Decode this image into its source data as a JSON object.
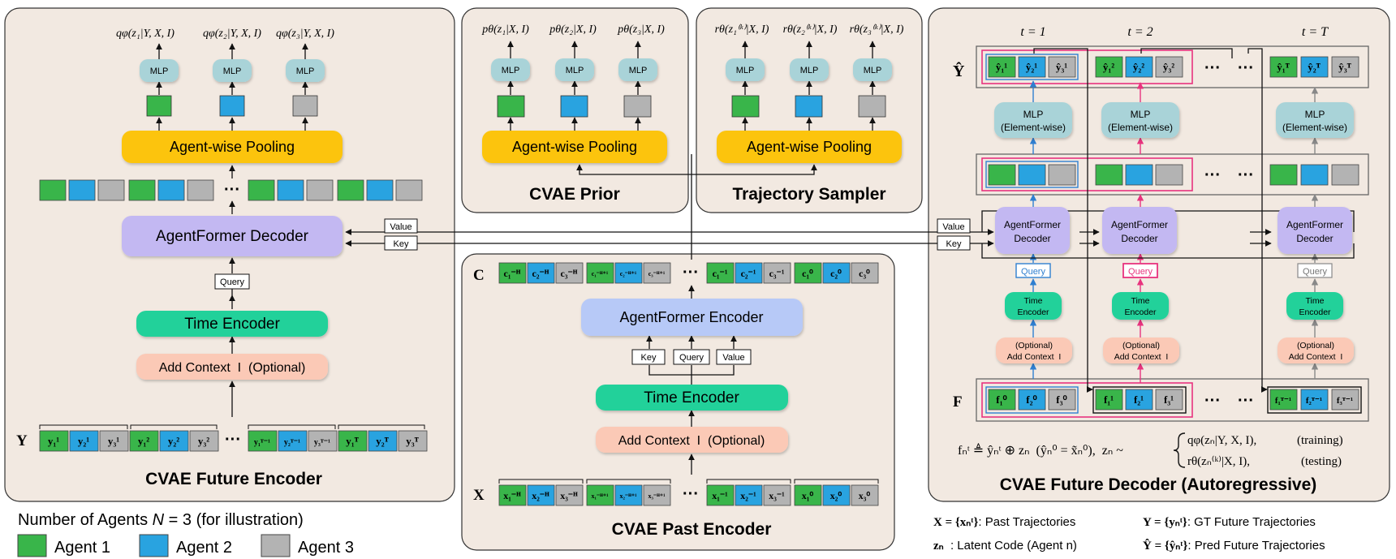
{
  "colors": {
    "agent1": "#39b54a",
    "agent2": "#29a3e0",
    "agent3": "#b3b3b3",
    "panel_bg": "#f2e9e1",
    "pooling": "#fcc40a",
    "mlp": "#a9d3d8",
    "decoder": "#c3b8f2",
    "encoder": "#b7c9f7",
    "time_encoder": "#20d19a",
    "context": "#fbc9b6",
    "highlight": "#e8337e"
  },
  "future_encoder": {
    "title": "CVAE Future Encoder",
    "q_labels": [
      "qφ(z₁|Y, X, I)",
      "qφ(z₂|Y, X, I)",
      "qφ(z₃|Y, X, I)"
    ],
    "mlp": "MLP",
    "pooling": "Agent-wise Pooling",
    "decoder": "AgentFormer Decoder",
    "query": "Query",
    "time_encoder": "Time Encoder",
    "add_context": "Add Context  I  (Optional)",
    "input_symbol": "Y",
    "ellipsis": "···",
    "tokens_first": [
      "y₁¹",
      "y₂¹",
      "y₃¹",
      "y₁²",
      "y₂²",
      "y₃²"
    ],
    "tokens_last": [
      "y₁ᵀ⁻¹",
      "y₂ᵀ⁻¹",
      "y₃ᵀ⁻¹",
      "y₁ᵀ",
      "y₂ᵀ",
      "y₃ᵀ"
    ]
  },
  "prior": {
    "title": "CVAE Prior",
    "p_labels": [
      "pθ(z₁|X, I)",
      "pθ(z₂|X, I)",
      "pθ(z₃|X, I)"
    ],
    "mlp": "MLP",
    "pooling": "Agent-wise Pooling"
  },
  "sampler": {
    "title": "Trajectory Sampler",
    "r_labels": [
      "rθ(z₁⁽ᵏ⁾|X, I)",
      "rθ(z₂⁽ᵏ⁾|X, I)",
      "rθ(z₃⁽ᵏ⁾|X, I)"
    ],
    "mlp": "MLP",
    "pooling": "Agent-wise Pooling"
  },
  "past_encoder": {
    "title": "CVAE Past Encoder",
    "context_symbol": "C",
    "encoder": "AgentFormer Encoder",
    "key": "Key",
    "query": "Query",
    "value": "Value",
    "time_encoder": "Time Encoder",
    "add_context": "Add Context  I  (Optional)",
    "input_symbol": "X",
    "ellipsis": "···",
    "c_first": [
      "c₁⁻ᴴ",
      "c₂⁻ᴴ",
      "c₃⁻ᴴ",
      "c₁⁻ᴴ⁺¹",
      "c₂⁻ᴴ⁺¹",
      "c₃⁻ᴴ⁺¹"
    ],
    "c_last": [
      "c₁⁻¹",
      "c₂⁻¹",
      "c₃⁻¹",
      "c₁⁰",
      "c₂⁰",
      "c₃⁰"
    ],
    "x_first": [
      "x₁⁻ᴴ",
      "x₂⁻ᴴ",
      "x₃⁻ᴴ",
      "x₁⁻ᴴ⁺¹",
      "x₂⁻ᴴ⁺¹",
      "x₃⁻ᴴ⁺¹"
    ],
    "x_last": [
      "x₁⁻¹",
      "x₂⁻¹",
      "x₃⁻¹",
      "x₁⁰",
      "x₂⁰",
      "x₃⁰"
    ]
  },
  "arrows": {
    "value": "Value",
    "key": "Key"
  },
  "future_decoder": {
    "title": "CVAE Future Decoder (Autoregressive)",
    "time_labels": [
      "t = 1",
      "t = 2",
      "t = T"
    ],
    "output_symbol": "Ŷ",
    "input_symbol": "F",
    "mlp_line1": "MLP",
    "mlp_line2": "(Element-wise)",
    "decoder_line1": "AgentFormer",
    "decoder_line2": "Decoder",
    "query": "Query",
    "time_line1": "Time",
    "time_line2": "Encoder",
    "context_line1": "(Optional)",
    "context_line2": "Add Context  I",
    "ellipsis": "···",
    "yhat_t1": [
      "ŷ₁¹",
      "ŷ₂¹",
      "ŷ₃¹"
    ],
    "yhat_t2": [
      "ŷ₁²",
      "ŷ₂²",
      "ŷ₃²"
    ],
    "yhat_tT": [
      "ŷ₁ᵀ",
      "ŷ₂ᵀ",
      "ŷ₃ᵀ"
    ],
    "f_t1": [
      "f₁⁰",
      "f₂⁰",
      "f₃⁰"
    ],
    "f_t2": [
      "f₁¹",
      "f₂¹",
      "f₃¹"
    ],
    "f_tT": [
      "f₁ᵀ⁻¹",
      "f₂ᵀ⁻¹",
      "f₃ᵀ⁻¹"
    ],
    "formula_main": "fₙᵗ ≜ ŷₙᵗ ⊕ zₙ  (ŷₙ⁰ = x̃ₙ⁰),  zₙ ~",
    "formula_case1": "qφ(zₙ|Y, X, I),",
    "formula_case1_tag": "(training)",
    "formula_case2": "rθ(zₙ⁽ᵏ⁾|X, I),",
    "formula_case2_tag": "(testing)"
  },
  "legend": {
    "title_prefix": "Number of Agents ",
    "title_var": "N",
    "title_suffix": " = 3 (for illustration)",
    "agents": [
      "Agent 1",
      "Agent 2",
      "Agent 3"
    ],
    "notation": [
      [
        "X = {xₙᵗ}",
        ": Past Trajectories"
      ],
      [
        "Y = {yₙᵗ}",
        ": GT Future Trajectories"
      ],
      [
        "zₙ",
        "  : Latent Code (Agent n)"
      ],
      [
        "Ŷ = {ŷₙᵗ}",
        ": Pred Future Trajectories"
      ]
    ]
  }
}
